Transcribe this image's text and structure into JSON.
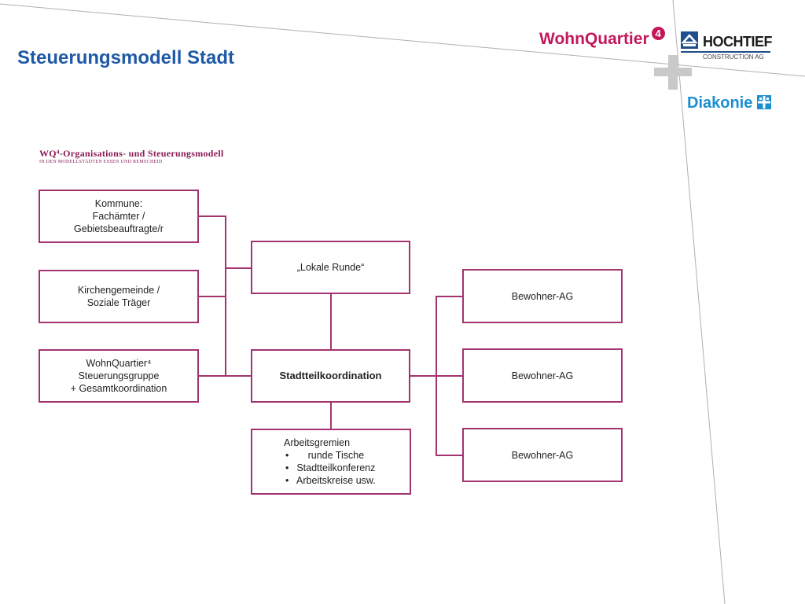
{
  "slide": {
    "title": "Steuerungsmodell Stadt"
  },
  "logos": {
    "wohnquartier": {
      "name": "WohnQuartier",
      "number": "4"
    },
    "hochtief": {
      "name": "HOCHTIEF",
      "sub": "CONSTRUCTION AG"
    },
    "diakonie": {
      "name": "Diakonie"
    }
  },
  "colors": {
    "title": "#1f5aa6",
    "accent": "#a3336f",
    "brand_wq": "#c2185b",
    "brand_diakonie": "#1b8fd2",
    "brand_hochtief": "#1e4e8c"
  },
  "diagram": {
    "title": "WQ⁴-Organisations- und Steuerungsmodell",
    "subtitle": "in den Modellstädten Essen und Remscheid",
    "left_boxes": [
      {
        "lines": [
          "Kommune:",
          "Fachämter /",
          "Gebietsbeauftragte/r"
        ]
      },
      {
        "lines": [
          "Kirchengemeinde /",
          "Soziale Träger"
        ]
      },
      {
        "lines": [
          "WohnQuartier⁴",
          "Steuerungsgruppe",
          "+ Gesamtkoordination"
        ]
      }
    ],
    "lokale_runde": "„Lokale Runde“",
    "center": "Stadtteilkoordination",
    "arbeitsgremien": {
      "heading": "Arbeitsgremien",
      "items": [
        "runde Tische",
        "Stadtteilkonferenz",
        "Arbeitskreise usw."
      ]
    },
    "right_boxes": [
      "Bewohner-AG",
      "Bewohner-AG",
      "Bewohner-AG"
    ]
  }
}
